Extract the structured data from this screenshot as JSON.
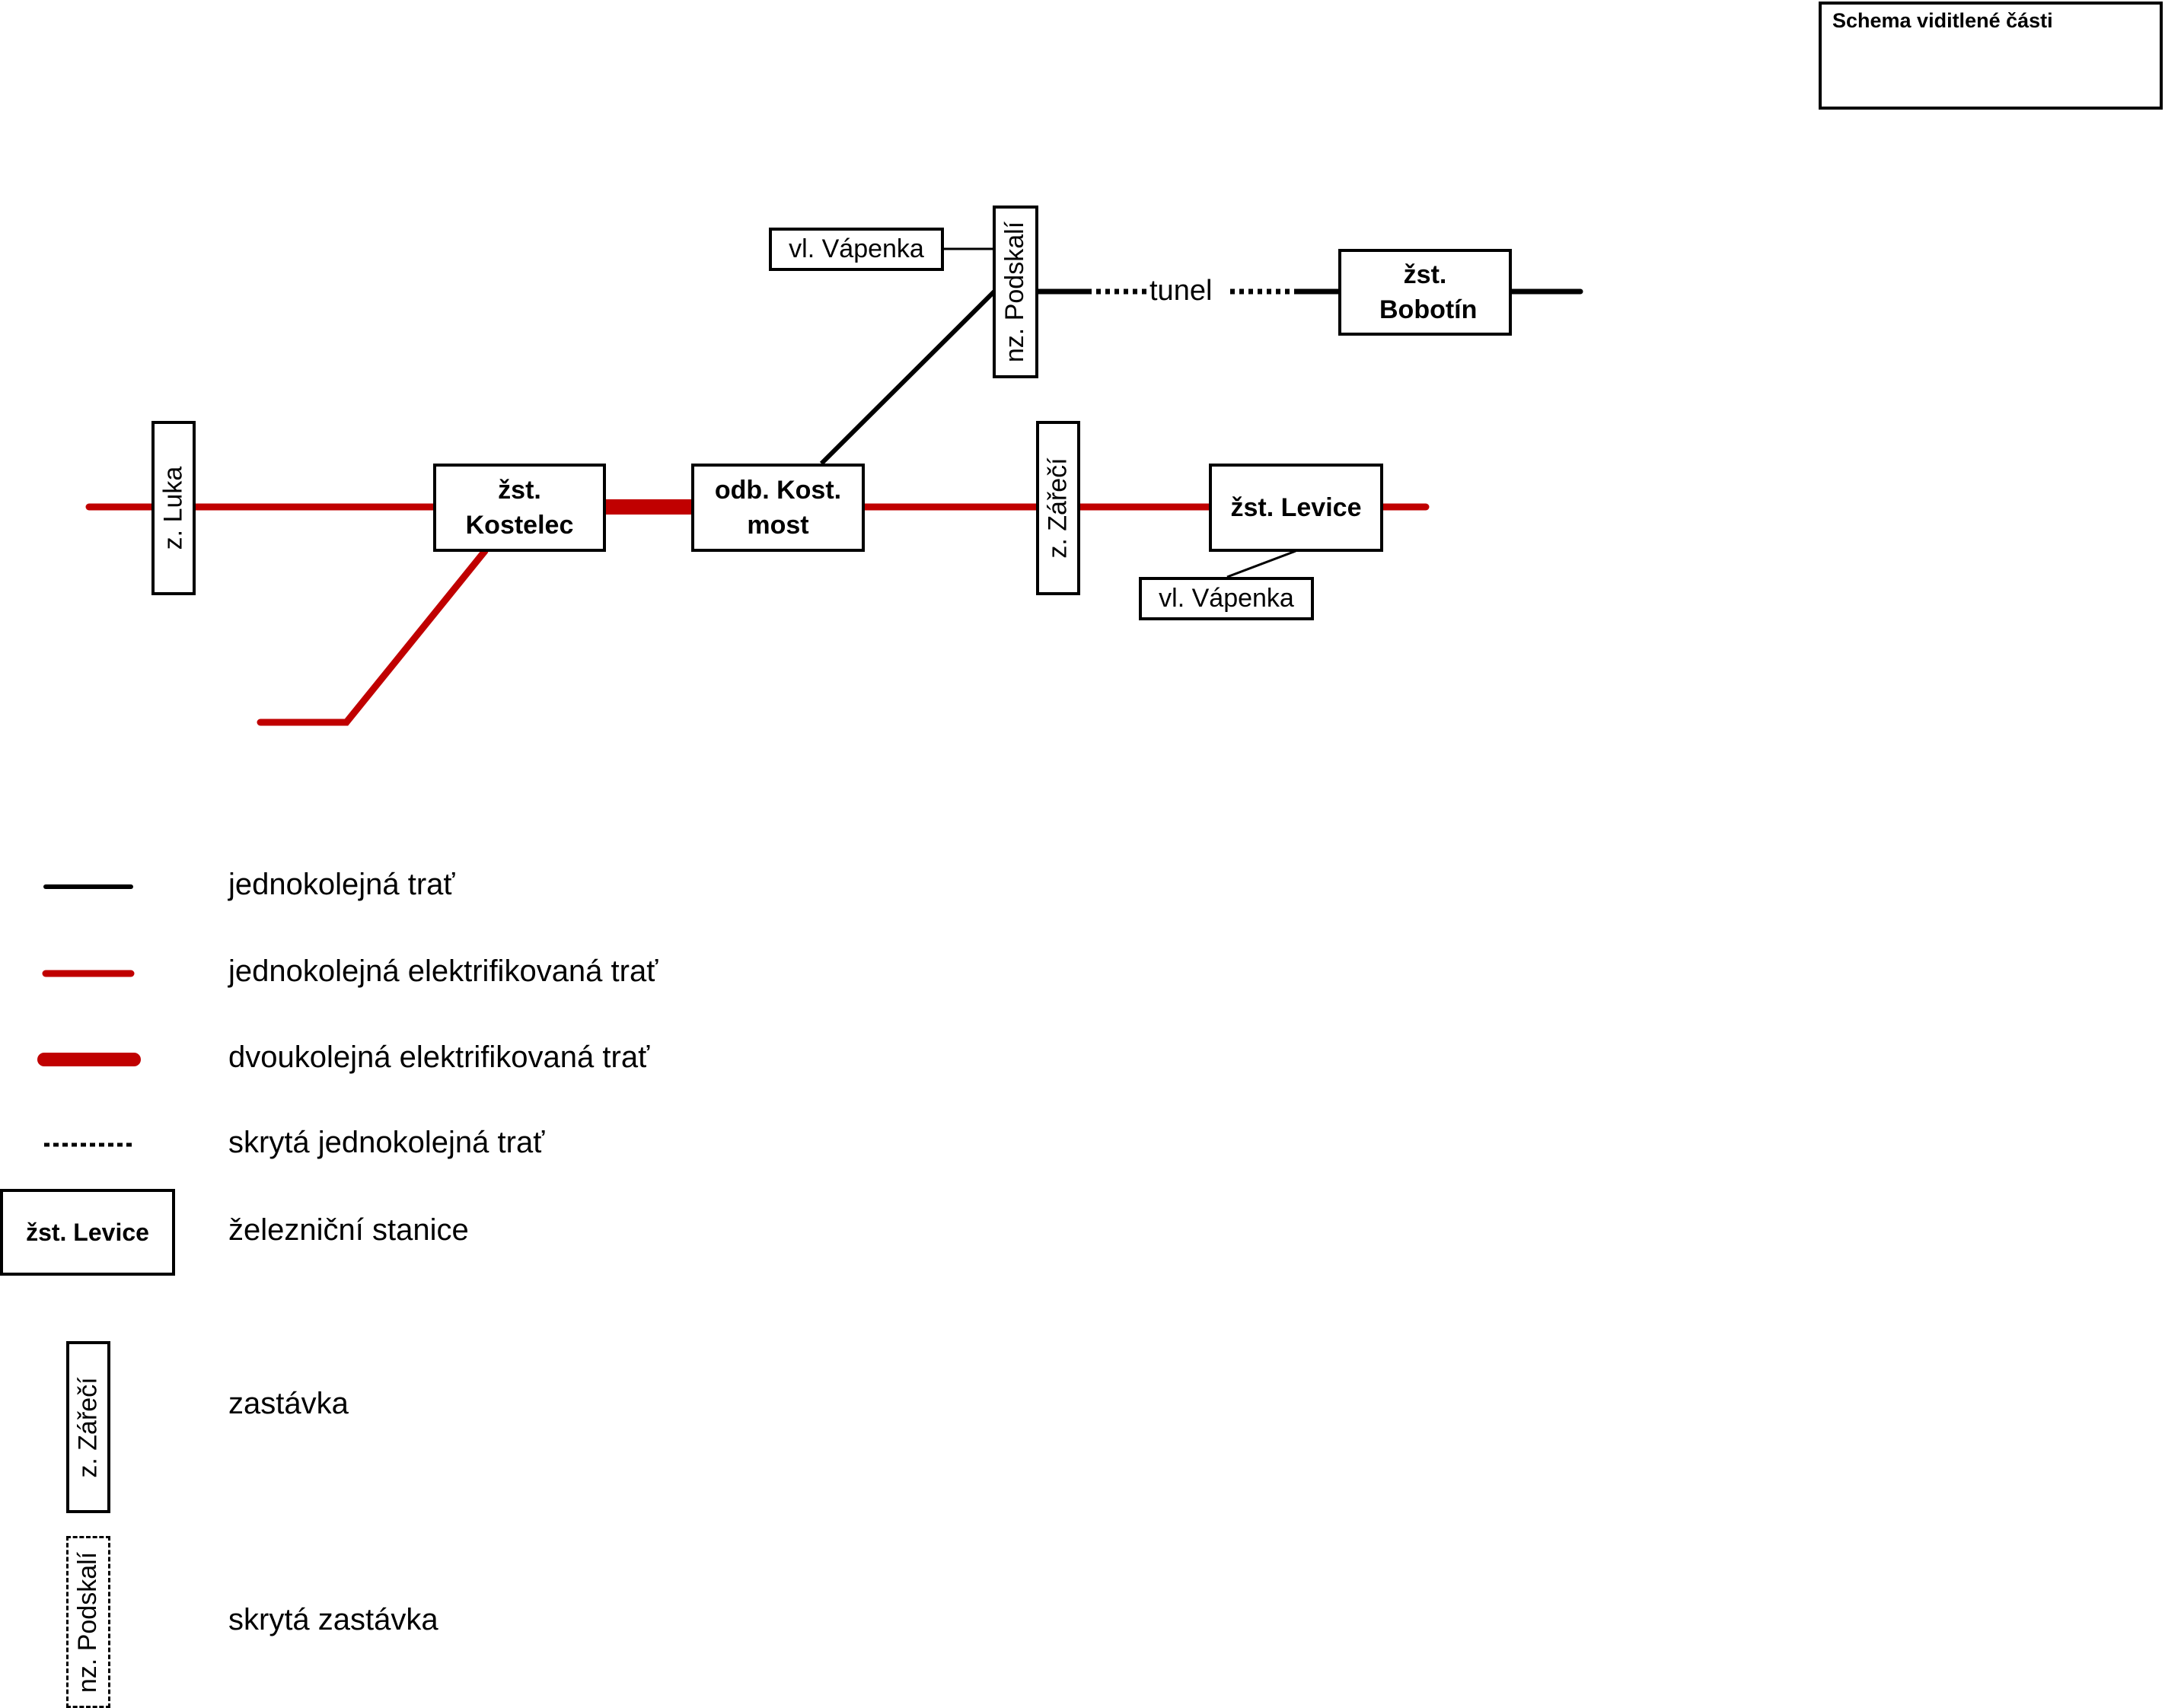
{
  "schema_box": {
    "title": "Schema viditlené části"
  },
  "diagram": {
    "stations": {
      "kostelec": "žst. Kostelec",
      "odbocka": "odb. Kost. most",
      "levice": "žst. Levice",
      "bobotin": "žst. Bobotín"
    },
    "stops": {
      "luka": "z. Luka",
      "zareci": "z. Zářečí",
      "podskali": "nz. Podskalí"
    },
    "sidings": {
      "vapenka_top": "vl. Vápenka",
      "vapenka_bottom": "vl. Vápenka"
    },
    "tunnel_label": "tunel",
    "colors": {
      "electrified": "#c00000",
      "non_electrified": "#000000"
    },
    "edges": [
      {
        "from": "west-end",
        "to": "z. Luka",
        "type": "jednokolejná elektrifikovaná trať"
      },
      {
        "from": "z. Luka",
        "to": "žst. Kostelec",
        "type": "jednokolejná elektrifikovaná trať"
      },
      {
        "from": "žst. Kostelec",
        "to": "odb. Kost. most",
        "type": "dvoukolejná elektrifikovaná trať"
      },
      {
        "from": "odb. Kost. most",
        "to": "z. Zářečí",
        "type": "jednokolejná elektrifikovaná trať"
      },
      {
        "from": "z. Zářečí",
        "to": "žst. Levice",
        "type": "jednokolejná elektrifikovaná trať"
      },
      {
        "from": "žst. Levice",
        "to": "east-end",
        "type": "jednokolejná elektrifikovaná trať"
      },
      {
        "from": "žst. Kostelec",
        "to": "southwest-end",
        "type": "jednokolejná elektrifikovaná trať"
      },
      {
        "from": "odb. Kost. most",
        "to": "nz. Podskalí",
        "type": "jednokolejná trať"
      },
      {
        "from": "nz. Podskalí",
        "to": "žst. Bobotín",
        "type": "skrytá jednokolejná trať",
        "label": "tunel"
      },
      {
        "from": "žst. Bobotín",
        "to": "east-end",
        "type": "jednokolejná trať"
      },
      {
        "from": "nz. Podskalí",
        "to": "vl. Vápenka",
        "type": "vlečka"
      },
      {
        "from": "žst. Levice",
        "to": "vl. Vápenka",
        "type": "vlečka"
      }
    ]
  },
  "legend": {
    "items": [
      {
        "symbol": "black-line",
        "label": "jednokolejná trať"
      },
      {
        "symbol": "red-line",
        "label": "jednokolejná elektrifikovaná trať"
      },
      {
        "symbol": "thick-red-line",
        "label": "dvoukolejná elektrifikovaná trať"
      },
      {
        "symbol": "dotted-line",
        "label": "skrytá jednokolejná trať"
      },
      {
        "symbol": "station-box",
        "label": "železniční stanice",
        "sample": "žst. Levice"
      },
      {
        "symbol": "stop-box",
        "label": "zastávka",
        "sample": "z. Zářečí"
      },
      {
        "symbol": "hidden-stop-box",
        "label": "skrytá zastávka",
        "sample": "nz. Podskalí"
      }
    ]
  }
}
